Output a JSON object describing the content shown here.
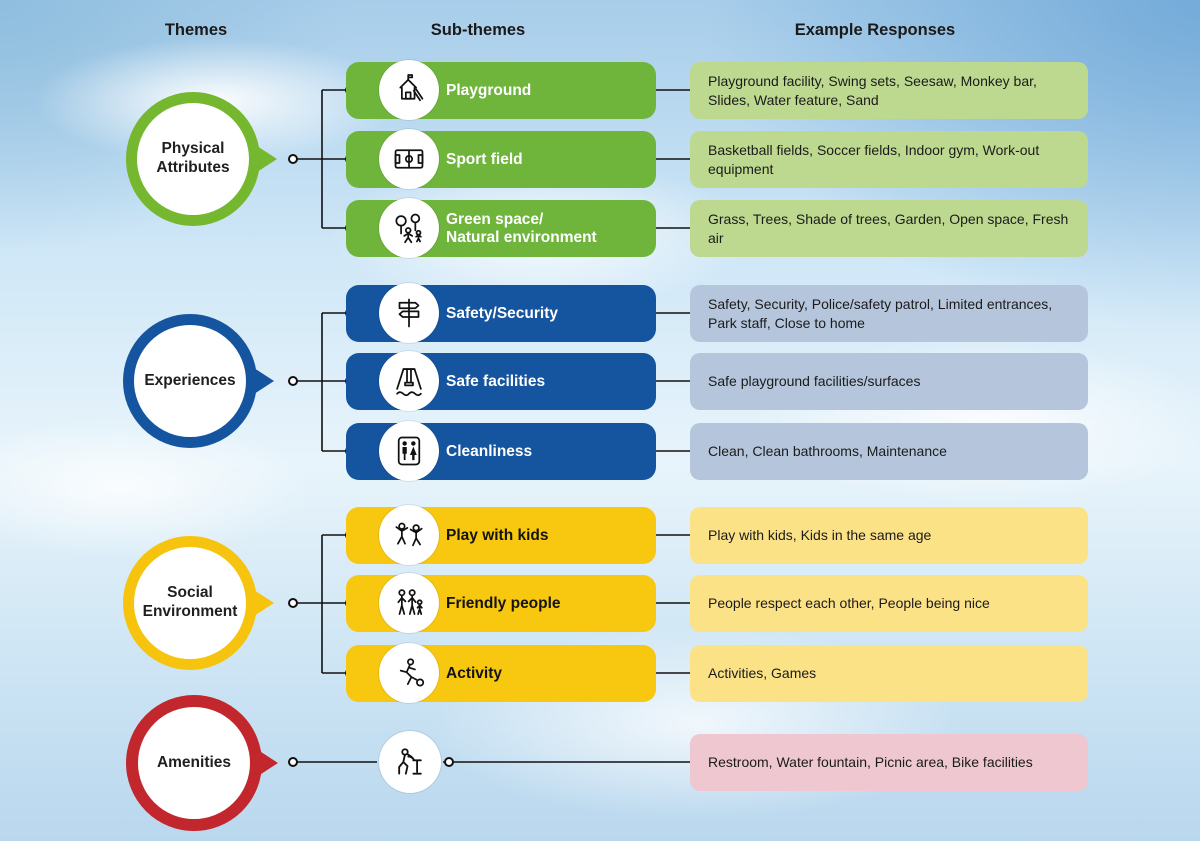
{
  "header": {
    "themes": "Themes",
    "subthemes": "Sub-themes",
    "responses": "Example Responses"
  },
  "palette": {
    "green": "#6fb53c",
    "green_ring": "#75b72e",
    "green_light": "#bdd98f",
    "blue": "#15549e",
    "blue_light": "#b5c6dc",
    "yellow": "#f8c70f",
    "yellow_light": "#fce286",
    "red": "#c1272d",
    "red_light": "#eec7d0"
  },
  "groups": [
    {
      "theme": "Physical Attributes",
      "rows": [
        {
          "icon": "playground-icon",
          "label": "Playground",
          "response": "Playground facility, Swing sets, Seesaw, Monkey bar, Slides, Water feature, Sand"
        },
        {
          "icon": "sport-field-icon",
          "label": "Sport field",
          "response": "Basketball fields, Soccer fields, Indoor gym, Work-out equipment"
        },
        {
          "icon": "green-space-icon",
          "label": "Green space/\nNatural environment",
          "response": "Grass, Trees, Shade of trees, Garden, Open space, Fresh air"
        }
      ]
    },
    {
      "theme": "Experiences",
      "rows": [
        {
          "icon": "signpost-icon",
          "label": "Safety/Security",
          "response": "Safety, Security, Police/safety patrol, Limited entrances, Park staff, Close to home"
        },
        {
          "icon": "swing-icon",
          "label": "Safe facilities",
          "response": "Safe playground facilities/surfaces"
        },
        {
          "icon": "restroom-icon",
          "label": "Cleanliness",
          "response": "Clean, Clean bathrooms, Maintenance"
        }
      ]
    },
    {
      "theme": "Social Environment",
      "rows": [
        {
          "icon": "kids-playing-icon",
          "label": "Play with kids",
          "response": "Play with kids, Kids in the same age"
        },
        {
          "icon": "family-icon",
          "label": "Friendly people",
          "response": "People respect each other, People being nice"
        },
        {
          "icon": "running-activity-icon",
          "label": "Activity",
          "response": "Activities, Games"
        }
      ]
    },
    {
      "theme": "Amenities",
      "rows": [
        {
          "icon": "drinking-fountain-icon",
          "label": "",
          "response": "Restroom, Water fountain, Picnic area, Bike facilities"
        }
      ]
    }
  ]
}
